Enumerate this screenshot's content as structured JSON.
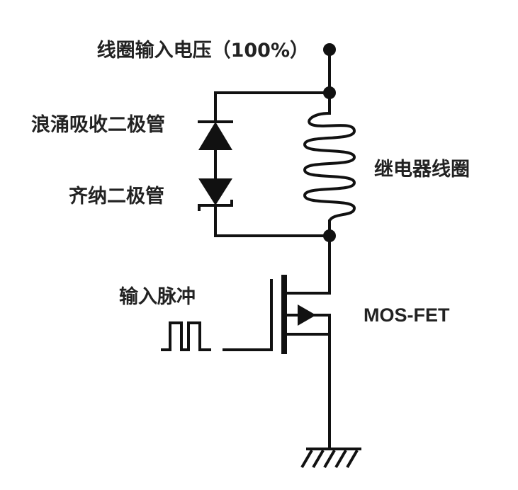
{
  "labels": {
    "coil_input_voltage": "线圈输入电压（100%）",
    "surge_diode": "浪涌吸收二极管",
    "relay_coil": "继电器线圈",
    "zener_diode": "齐纳二极管",
    "input_pulse": "输入脉冲",
    "mosfet": "MOS-FET"
  },
  "colors": {
    "wire": "#111111",
    "text": "#222222",
    "background": "#ffffff"
  }
}
